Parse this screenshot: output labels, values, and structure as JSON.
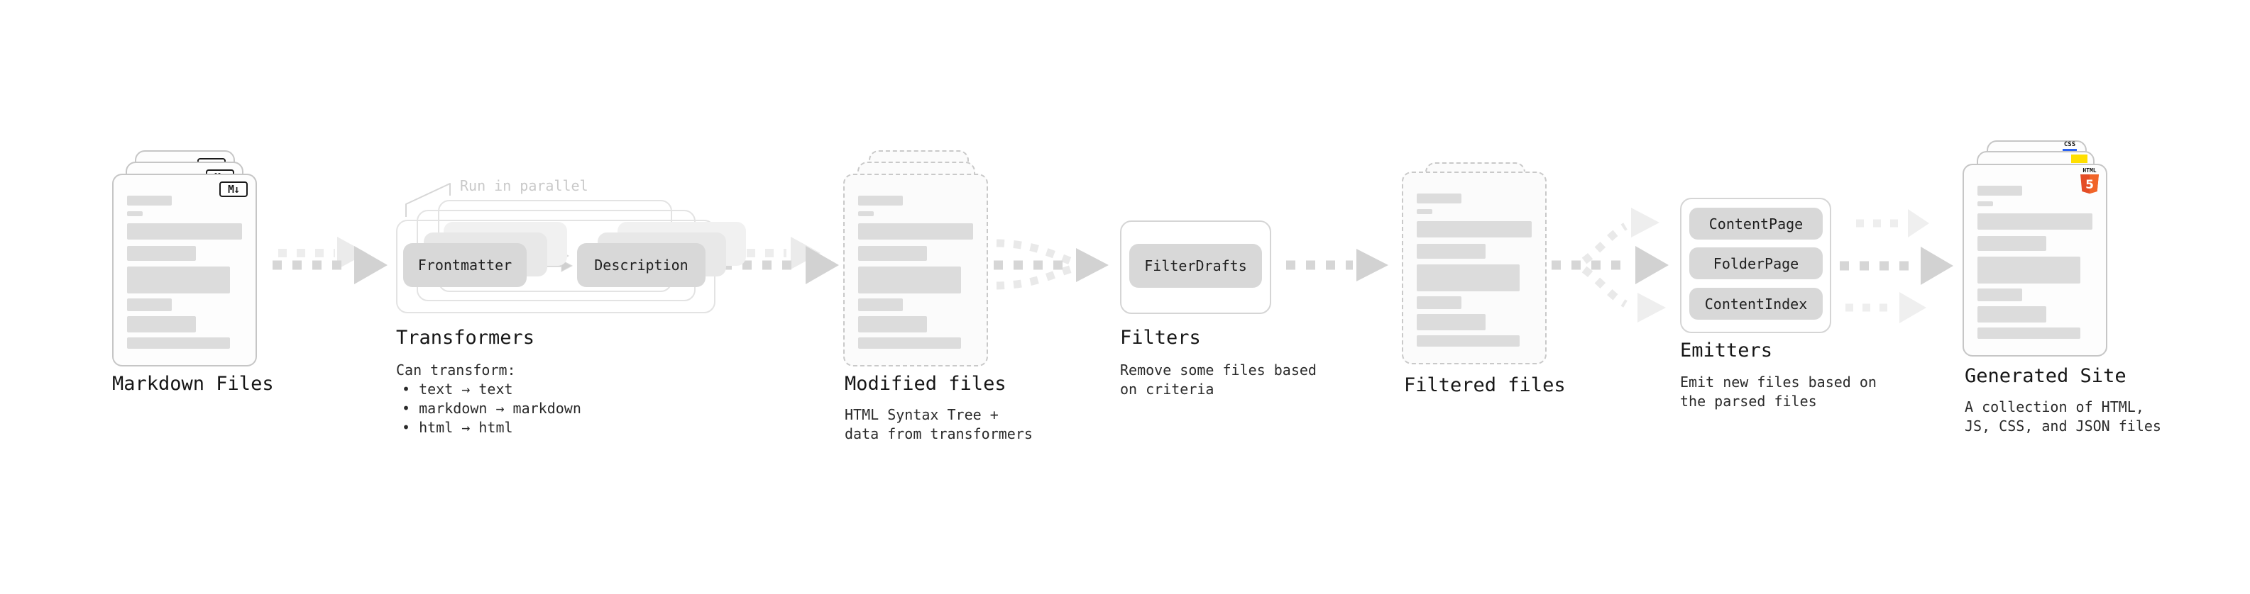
{
  "stages": {
    "markdown": {
      "title": "Markdown Files",
      "badge": "M↓"
    },
    "transformers": {
      "title": "Transformers",
      "callout": "Run in parallel",
      "pills": [
        "Frontmatter",
        "Description"
      ],
      "note_title": "Can transform:",
      "notes": [
        "• text → text",
        "• markdown → markdown",
        "• html → html"
      ]
    },
    "modified": {
      "title": "Modified files",
      "desc": [
        "HTML Syntax Tree +",
        "data from transformers"
      ]
    },
    "filters": {
      "title": "Filters",
      "pills": [
        "FilterDrafts"
      ],
      "desc": [
        "Remove some files based",
        "on criteria"
      ]
    },
    "filtered": {
      "title": "Filtered files"
    },
    "emitters": {
      "title": "Emitters",
      "pills": [
        "ContentPage",
        "FolderPage",
        "ContentIndex"
      ],
      "desc": [
        "Emit new files based on",
        "the parsed files"
      ]
    },
    "generated": {
      "title": "Generated Site",
      "desc": [
        "A collection of HTML,",
        "JS, CSS, and JSON files"
      ],
      "badges": {
        "css": "CSS",
        "html_word": "HTML",
        "html_num": "5"
      }
    }
  },
  "colors": {
    "html5_orange": "#e44d26",
    "html5_orange_light": "#f16529",
    "js_yellow": "#ffdf00",
    "css_blue": "#2b62f0",
    "arrow_dark": "#d6d6d6",
    "arrow_light": "#eaeaea"
  }
}
